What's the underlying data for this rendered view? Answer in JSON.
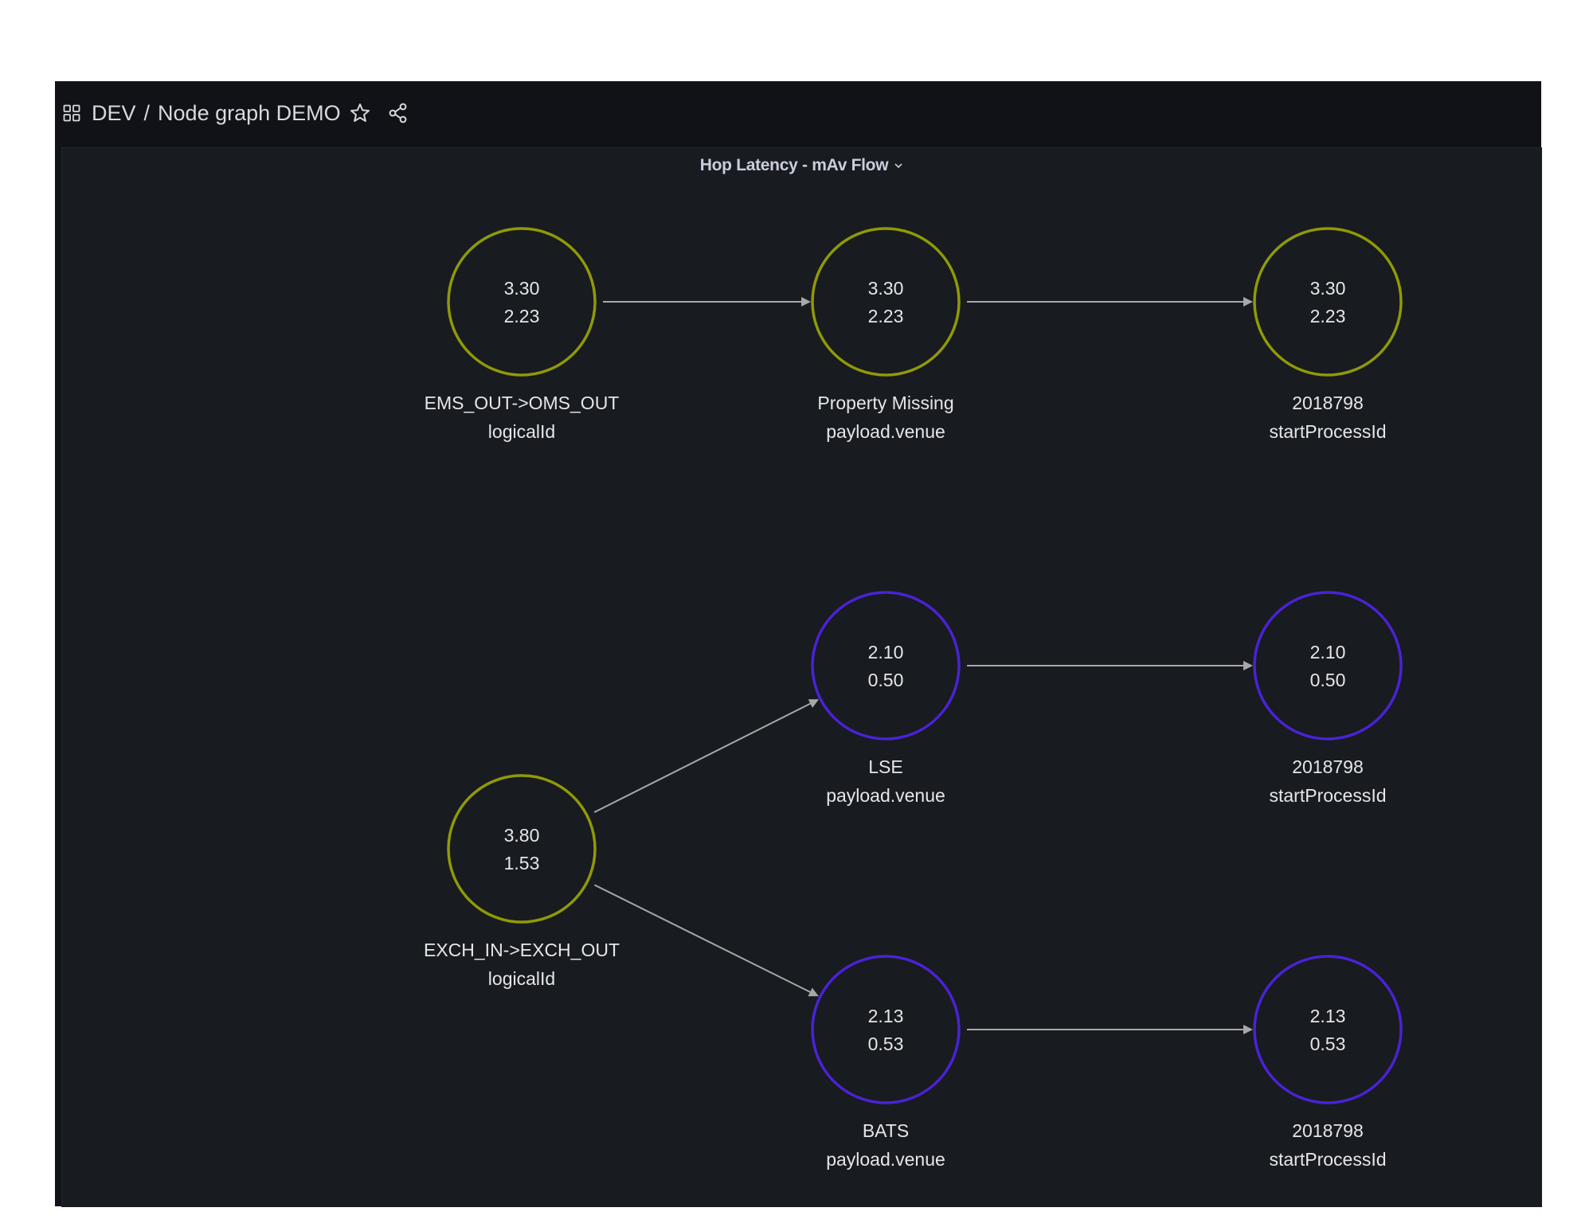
{
  "header": {
    "folder": "DEV",
    "separator": "/",
    "dashboard_title": "Node graph DEMO",
    "icons": [
      "grid-icon",
      "star-icon",
      "share-icon"
    ]
  },
  "panel": {
    "title": "Hop Latency - mAv Flow",
    "chevron_icon": "chevron-down-icon"
  },
  "colors": {
    "olive": "#8f9a06",
    "purple": "#4a22d6",
    "edge": "#a8a8ac",
    "background": "#181b1f",
    "header_bg": "#111217"
  },
  "graph": {
    "nodes": [
      {
        "id": "n1",
        "main": "3.30",
        "secondary": "2.23",
        "title": "EMS_OUT->OMS_OUT",
        "subtitle": "logicalId",
        "color": "#8f9a06"
      },
      {
        "id": "n2",
        "main": "3.30",
        "secondary": "2.23",
        "title": "Property Missing",
        "subtitle": "payload.venue",
        "color": "#8f9a06"
      },
      {
        "id": "n3",
        "main": "3.30",
        "secondary": "2.23",
        "title": "2018798",
        "subtitle": "startProcessId",
        "color": "#8f9a06"
      },
      {
        "id": "n4",
        "main": "2.10",
        "secondary": "0.50",
        "title": "LSE",
        "subtitle": "payload.venue",
        "color": "#4a22d6"
      },
      {
        "id": "n5",
        "main": "2.10",
        "secondary": "0.50",
        "title": "2018798",
        "subtitle": "startProcessId",
        "color": "#4a22d6"
      },
      {
        "id": "n6",
        "main": "3.80",
        "secondary": "1.53",
        "title": "EXCH_IN->EXCH_OUT",
        "subtitle": "logicalId",
        "color": "#8f9a06"
      },
      {
        "id": "n7",
        "main": "2.13",
        "secondary": "0.53",
        "title": "BATS",
        "subtitle": "payload.venue",
        "color": "#4a22d6"
      },
      {
        "id": "n8",
        "main": "2.13",
        "secondary": "0.53",
        "title": "2018798",
        "subtitle": "startProcessId",
        "color": "#4a22d6"
      }
    ],
    "edges": [
      {
        "from": "n1",
        "to": "n2"
      },
      {
        "from": "n2",
        "to": "n3"
      },
      {
        "from": "n6",
        "to": "n4"
      },
      {
        "from": "n4",
        "to": "n5"
      },
      {
        "from": "n6",
        "to": "n7"
      },
      {
        "from": "n7",
        "to": "n8"
      }
    ]
  }
}
